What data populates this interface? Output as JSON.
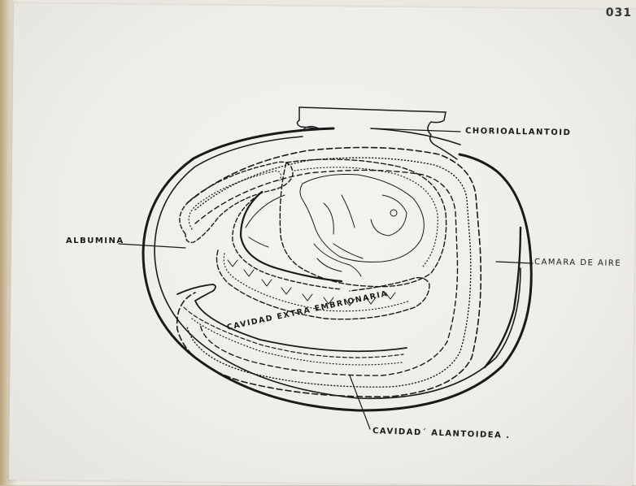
{
  "corner_mark": "031",
  "labels": {
    "chorioallantoid": "CHORIOALLANTOID",
    "albumina": "ALBUMINA",
    "camara_de_aire": "CAMARA DE AIRE",
    "cavidad_extra_embrionaria": "CAVIDAD EXTRA EMBRIONARIA",
    "cavidad_alantoidea": "CAVIDAD´ ALANTOIDEA ."
  },
  "colors": {
    "ink": "#1a1a1a",
    "paper": "#f1f0ec",
    "border": "#b9a27a"
  }
}
